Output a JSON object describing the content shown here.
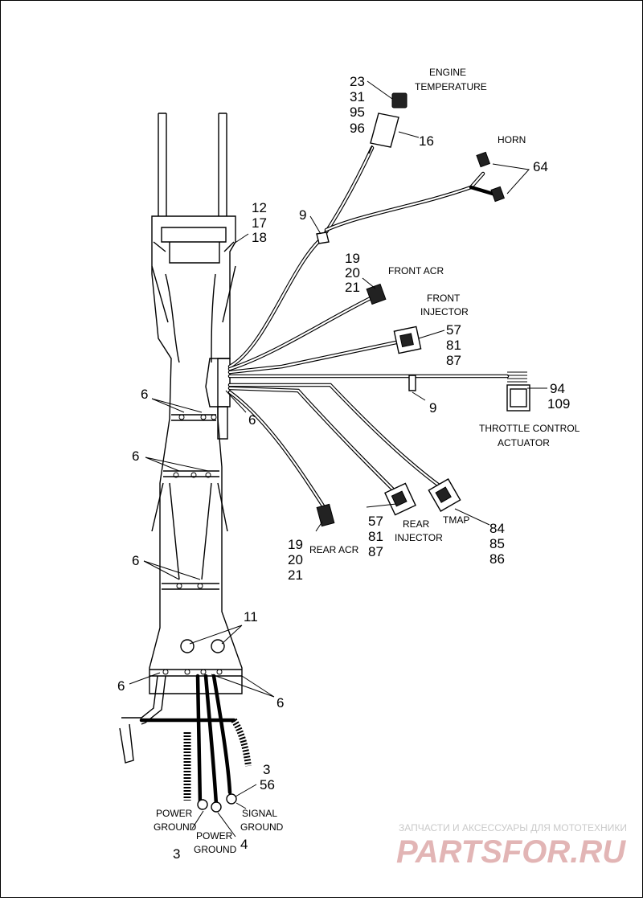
{
  "callouts": {
    "c23": "23",
    "c31": "31",
    "c95": "95",
    "c96": "96",
    "c16": "16",
    "c64": "64",
    "c12": "12",
    "c17": "17",
    "c18": "18",
    "c9_top": "9",
    "c19_top": "19",
    "c20_top": "20",
    "c21_top": "21",
    "c57_top": "57",
    "c81_top": "81",
    "c87_top": "87",
    "c94": "94",
    "c109": "109",
    "c9_mid": "9",
    "c6_a": "6",
    "c6_b": "6",
    "c6_c": "6",
    "c6_d": "6",
    "c6_e": "6",
    "c6_f": "6",
    "c57_bot": "57",
    "c81_bot": "81",
    "c87_bot": "87",
    "c84": "84",
    "c85": "85",
    "c86": "86",
    "c19_bot": "19",
    "c20_bot": "20",
    "c21_bot": "21",
    "c11": "11",
    "c3_top": "3",
    "c56": "56",
    "c3_bot": "3",
    "c4": "4"
  },
  "labels": {
    "engine_temp_1": "ENGINE",
    "engine_temp_2": "TEMPERATURE",
    "horn": "HORN",
    "front_acr": "FRONT ACR",
    "front_injector_1": "FRONT",
    "front_injector_2": "INJECTOR",
    "throttle_1": "THROTTLE CONTROL",
    "throttle_2": "ACTUATOR",
    "rear_injector_1": "REAR",
    "rear_injector_2": "INJECTOR",
    "tmap": "TMAP",
    "rear_acr": "REAR ACR",
    "power_ground_a1": "POWER",
    "power_ground_a2": "GROUND",
    "power_ground_b1": "POWER",
    "power_ground_b2": "GROUND",
    "signal_ground_1": "SIGNAL",
    "signal_ground_2": "GROUND"
  },
  "watermark": {
    "line1": "ЗАПЧАСТИ И АКСЕССУАРЫ ДЛЯ МОТОТЕХНИКИ",
    "line2": "PARTSFOR.RU"
  },
  "colors": {
    "line": "#000000",
    "background": "#ffffff",
    "watermark": "#e2b5b5"
  }
}
